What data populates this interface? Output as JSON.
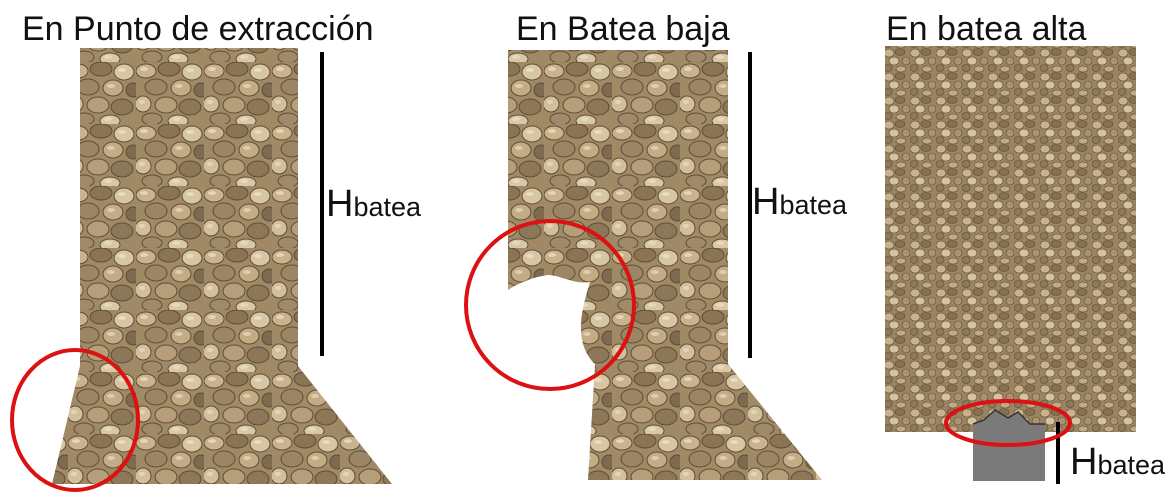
{
  "panels": [
    {
      "title": "En Punto de extracción",
      "height_label": {
        "main": "H",
        "sub": "batea"
      }
    },
    {
      "title": "En Batea baja",
      "height_label": {
        "main": "H",
        "sub": "batea"
      }
    },
    {
      "title": "En batea alta",
      "height_label": {
        "main": "H",
        "sub": "batea"
      }
    }
  ],
  "colors": {
    "rock_base": "#a8906a",
    "rock_dark": "#6e5a40",
    "rock_light": "#ddd0b2",
    "highlight_circle": "#dd1111",
    "dimension_line": "#000000",
    "drawpoint_gray": "#7a7a7a"
  }
}
